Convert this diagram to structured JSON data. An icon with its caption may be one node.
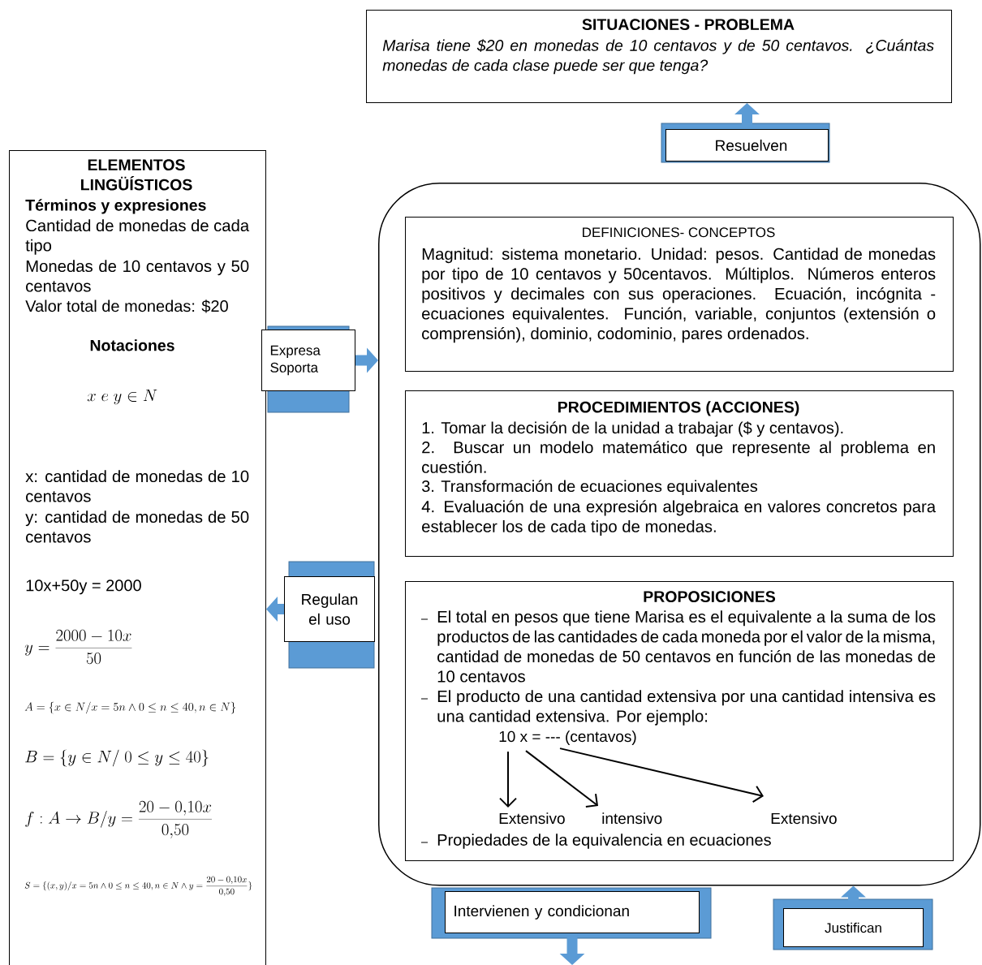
{
  "diagram": {
    "nodes": [
      {
        "text": [
          "SITUACIONES - PROBLEMA",
          "Marisa tiene $20 en monedas de 10 centavos y de 50 centavos. ¿Cuántas monedas de cada clase puede ser que tenga?"
        ]
      },
      {
        "text": [
          "Resuelven"
        ]
      },
      {
        "text": [
          "ELEMENTOS LINGÜÍSTICOS",
          "Términos y expresiones",
          "Cantidad de monedas de cada tipo",
          "Monedas de 10 centavos y 50 centavos",
          "Valor total de monedas: $20",
          "Notaciones",
          "x \\; e \\; y \\in N",
          "x: cantidad de monedas de 10 centavos",
          "y: cantidad de monedas de 50 centavos",
          "10x+50y = 2000",
          "y = \\frac{2000 - 10x}{50}",
          "A = \\{x \\in N / x = 5n \\wedge 0 \\leq n \\leq 40, n \\in N\\}",
          "B = \\{y \\in N /\\ 0 \\leq y \\leq 40\\}",
          "f: A \\rightarrow B / y = \\frac{20 - 0{,}10x}{0{,}50}",
          "S = \\{(x,y) / x = 5n \\wedge 0 \\leq n \\leq 40, n \\in N \\wedge y = \\frac{20 - 0{,}10x}{0{,}50}\\}"
        ]
      },
      {
        "text": [
          "Expresa Soporta"
        ]
      },
      {
        "text": [],
        "shape": "box"
      },
      {
        "text": [
          "DEFINICIONES- CONCEPTOS",
          "Magnitud: sistema monetario. Unidad: pesos. Cantidad de monedas por tipo de 10 centavos y 50centavos. Múltiplos. Números enteros positivos y decimales con sus operaciones. Ecuación, incógnita - ecuaciones equivalentes. Función, variable, conjuntos (extensión o comprensión), dominio, codominio, pares ordenados."
        ],
        "in": 4
      },
      {
        "text": [
          "PROCEDIMIENTOS (ACCIONES)",
          "1. Tomar la decisión de la unidad a trabajar ($ y centavos).",
          "2. Buscar un modelo matemático que represente al problema en cuestión.",
          "3. Transformación de ecuaciones equivalentes",
          "4. Evaluación de una expresión algebraica en valores concretos para establecer los de cada tipo de monedas."
        ],
        "in": 4
      },
      {
        "text": [
          "PROPOSICIONES",
          "El total en pesos que tiene Marisa es el equivalente a la suma de los productos de las cantidades de cada moneda por el valor de la misma, cantidad de monedas de 50 centavos en función de las monedas de 10 centavos",
          "El producto de una cantidad extensiva por una cantidad intensiva es una cantidad extensiva. Por ejemplo:",
          "Propiedades de la equivalencia en ecuaciones"
        ],
        "in": 4
      },
      {
        "text": [
          "10 x = --- (centavos)"
        ],
        "in": 7
      },
      {
        "text": [
          "Extensivo"
        ],
        "in": 7
      },
      {
        "text": [
          "intensivo"
        ],
        "in": 7
      },
      {
        "text": [
          "Extensivo"
        ],
        "in": 7
      },
      {
        "text": [
          "Regulan el uso"
        ]
      },
      {
        "text": [
          "Intervienen y condicionan"
        ]
      },
      {
        "text": [
          "Justifican"
        ]
      }
    ],
    "edges": [
      {
        "from": 1,
        "to": 0,
        "arrow": "to"
      },
      {
        "from": 3,
        "to": 4,
        "arrow": "to"
      },
      {
        "from": 12,
        "to": 2,
        "arrow": "to"
      },
      {
        "from": 13,
        "to": null,
        "arrow": "to"
      },
      {
        "from": 14,
        "to": 4,
        "arrow": "to"
      },
      {
        "from": 8,
        "to": 9,
        "arrow": "to",
        "color": "#000000"
      },
      {
        "from": 8,
        "to": 10,
        "arrow": "to",
        "color": "#000000"
      },
      {
        "from": 8,
        "to": 11,
        "arrow": "to",
        "color": "#000000"
      }
    ]
  }
}
